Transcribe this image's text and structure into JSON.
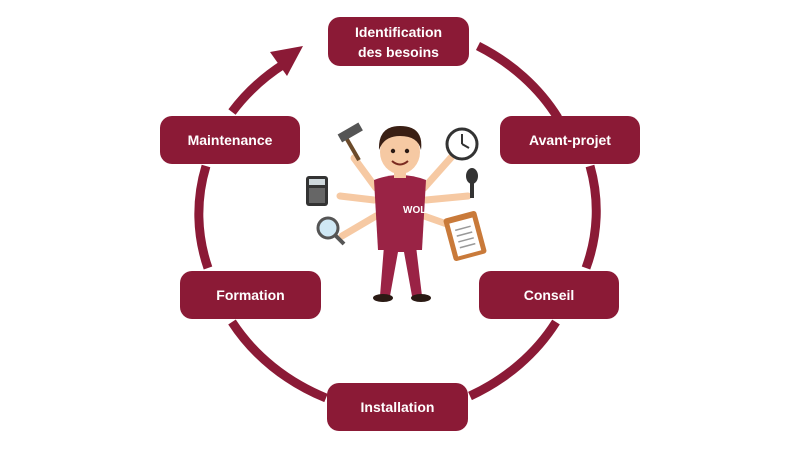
{
  "diagram": {
    "steps": [
      {
        "id": "identification",
        "label": "Identification\ndes besoins"
      },
      {
        "id": "avant-projet",
        "label": "Avant-projet"
      },
      {
        "id": "conseil",
        "label": "Conseil"
      },
      {
        "id": "installation",
        "label": "Installation"
      },
      {
        "id": "formation",
        "label": "Formation"
      },
      {
        "id": "maintenance",
        "label": "Maintenance"
      }
    ],
    "mascot": {
      "logo_text": "WOLF"
    }
  },
  "colors": {
    "accent": "#8b1a36",
    "shirt": "#9a2345",
    "skin": "#f6c9a3",
    "hair": "#3a1f14"
  }
}
